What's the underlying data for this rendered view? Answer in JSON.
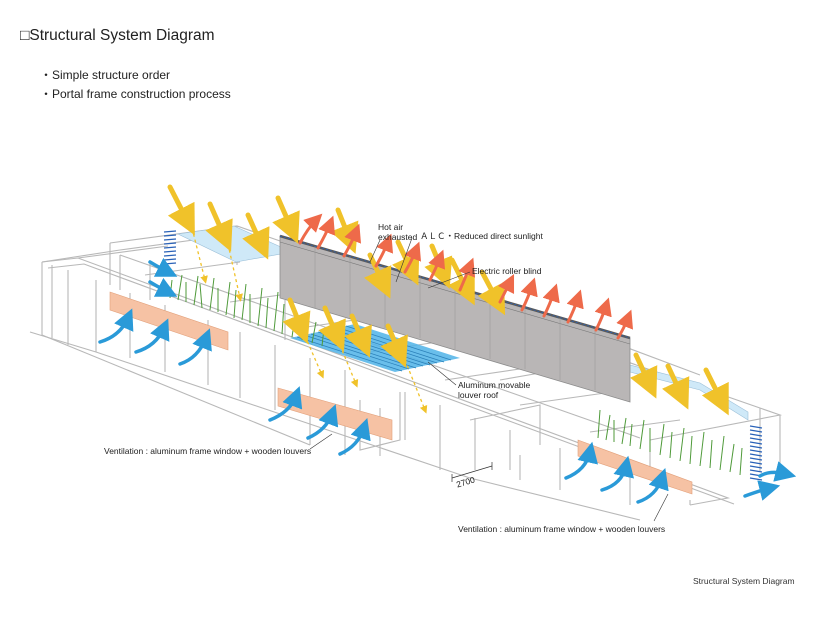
{
  "page": {
    "title": "□Structural System Diagram",
    "bullets": [
      "・Simple structure order",
      "・Portal frame construction process"
    ],
    "caption": "Structural System Diagram"
  },
  "labels": {
    "hot_air_line1": "Hot air",
    "hot_air_line2": "exhausted",
    "alc": "ＡＬＣ・Reduced direct sunlight",
    "blind": "Electric roller blind",
    "louver_line1": "Aluminum movable",
    "louver_line2": "louver roof",
    "vent_left": "Ventilation : aluminum frame window + wooden louvers",
    "vent_right": "Ventilation : aluminum frame window + wooden louvers",
    "dimension": "2700"
  },
  "colors": {
    "frame": "#b8b8b8",
    "wall": "#9a9a9a",
    "louver_roof": "#4fb3e8",
    "skylight": "#cfe9f8",
    "panel": "#f6c2a4",
    "plants": "#4f9a3a",
    "sun_arrow": "#f0c22a",
    "hot_arrow": "#ee6a4a",
    "wind_arrow": "#2a9ad8",
    "blind": "#2a62b8"
  },
  "icons": {
    "sun": "sun-arrow-icon",
    "hot_air": "hot-air-arrow-icon",
    "wind": "wind-arrow-icon"
  }
}
